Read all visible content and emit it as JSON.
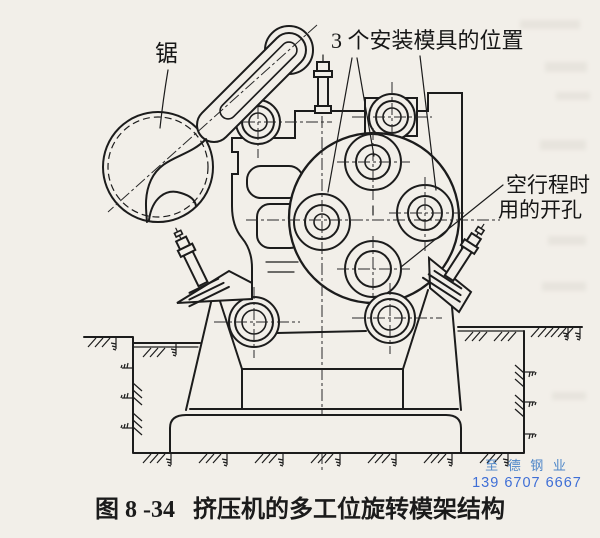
{
  "figure": {
    "caption_number": "图 8 -34",
    "caption_title": "挤压机的多工位旋转模架结构"
  },
  "annotations": {
    "saw_label": "锯",
    "die_positions_label": "3 个安装模具的位置",
    "idle_opening_label_line1": "空行程时",
    "idle_opening_label_line2": "用的开孔"
  },
  "watermark": {
    "company": "至 德 钢 业",
    "phone": "139 6707 6667",
    "company_color": "#4d86c8",
    "phone_color": "#3f6fd6"
  },
  "drawing": {
    "die_position_count": "3",
    "paper_color": "#f2efe9",
    "ink_color": "#1c1c1c"
  }
}
